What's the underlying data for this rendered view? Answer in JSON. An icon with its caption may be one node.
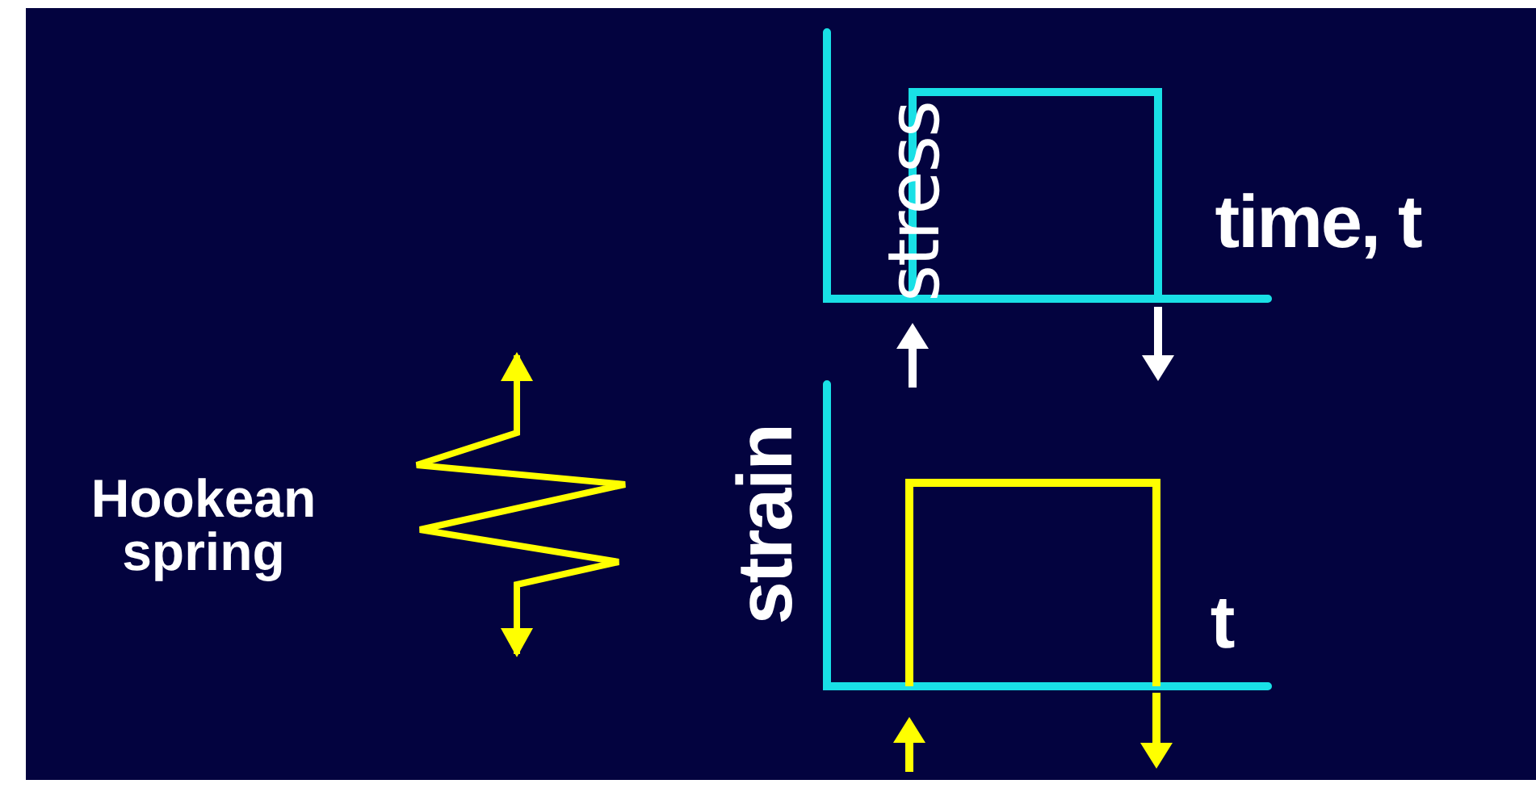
{
  "diagram": {
    "labels": [
      "stress",
      "time, t",
      "Hookean spring",
      "strain",
      "t"
    ]
  }
}
